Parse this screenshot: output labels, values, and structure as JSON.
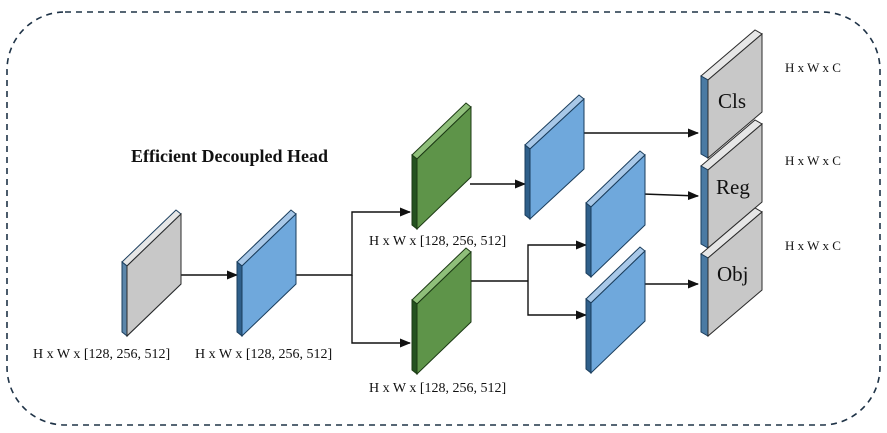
{
  "title": "Efficient Decoupled Head",
  "labels": {
    "input": "H x W x [128, 256, 512]",
    "stem": "H x W x [128, 256, 512]",
    "upper_branch": "H x W x [128, 256, 512]",
    "lower_branch": "H x W x [128, 256, 512]",
    "cls_shape": "H x W x C",
    "reg_shape": "H x W x C",
    "obj_shape": "H x W x C"
  },
  "outputs": {
    "cls": "Cls",
    "reg": "Reg",
    "obj": "Obj"
  },
  "colors": {
    "gray": "#c8c8c8",
    "blue": "#6fa8dc",
    "green": "#5e9449",
    "border": "#1a3d5c",
    "frame": "#1f3347"
  }
}
